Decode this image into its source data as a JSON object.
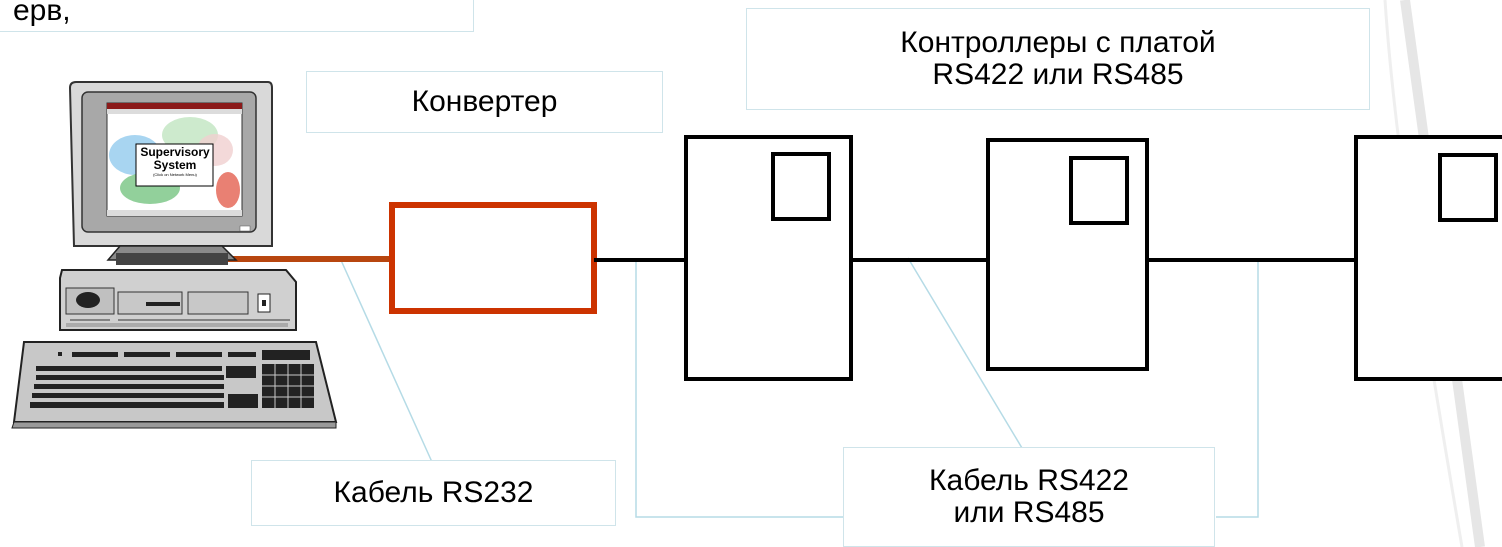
{
  "labels": {
    "top_left_fragment": "ерв,",
    "converter": "Конвертер",
    "controllers_line1": "Контроллеры с платой",
    "controllers_line2": "RS422 или RS485",
    "cable_rs232": "Кабель RS232",
    "cable_rs422_line1": "Кабель RS422",
    "cable_rs422_line2": "или RS485"
  },
  "monitor_screen": {
    "title": "Supervisory",
    "title2": "System",
    "subtitle": "(Click on Network Menu)"
  },
  "colors": {
    "converter_outline": "#cc3300",
    "rs232_cable": "#b8460f",
    "bus_line": "#000000",
    "callout_line": "#b5dbe6",
    "label_border": "#cfe4ea"
  },
  "icons": {
    "computer": "desktop-computer-icon",
    "keyboard": "keyboard-icon"
  }
}
